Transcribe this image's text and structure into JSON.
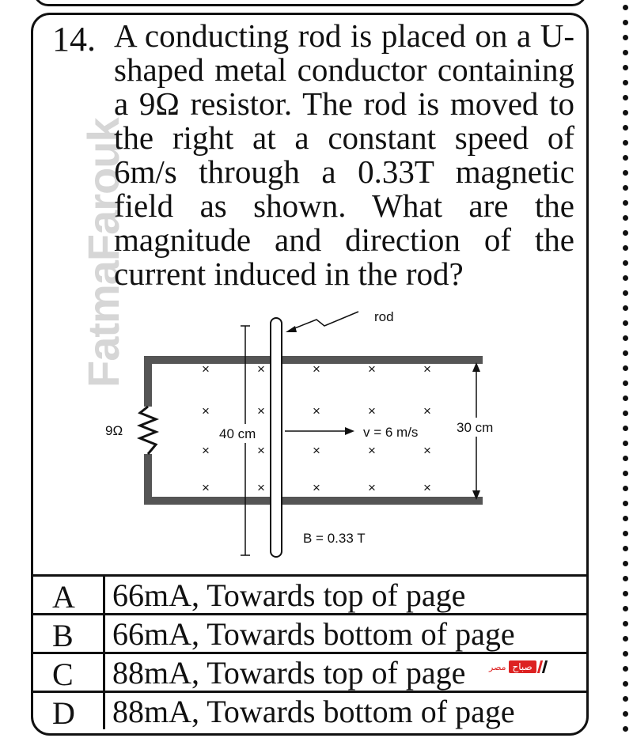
{
  "question": {
    "number": "14.",
    "text": "A conducting rod is placed on a U-shaped metal conductor containing a 9Ω resistor. The rod is moved to the right at a constant speed of 6m/s through a 0.33T magnetic field as shown. What are the magnitude and direction of the current induced in the rod?"
  },
  "diagram": {
    "rod_label": "rod",
    "resistor_label": "9Ω",
    "rod_length_label": "40 cm",
    "velocity_label": "v = 6 m/s",
    "height_label": "30 cm",
    "field_label": "B = 0.33 T",
    "field_symbol": "×"
  },
  "options": [
    {
      "letter": "A",
      "text": "66mA, Towards top of page"
    },
    {
      "letter": "B",
      "text": "66mA, Towards bottom of page"
    },
    {
      "letter": "C",
      "text": "88mA, Towards top of page"
    },
    {
      "letter": "D",
      "text": "88mA, Towards bottom of page"
    }
  ],
  "watermark": "FatmaFarouk",
  "logo": {
    "box_text": "صباح",
    "side_text": "مصر"
  }
}
